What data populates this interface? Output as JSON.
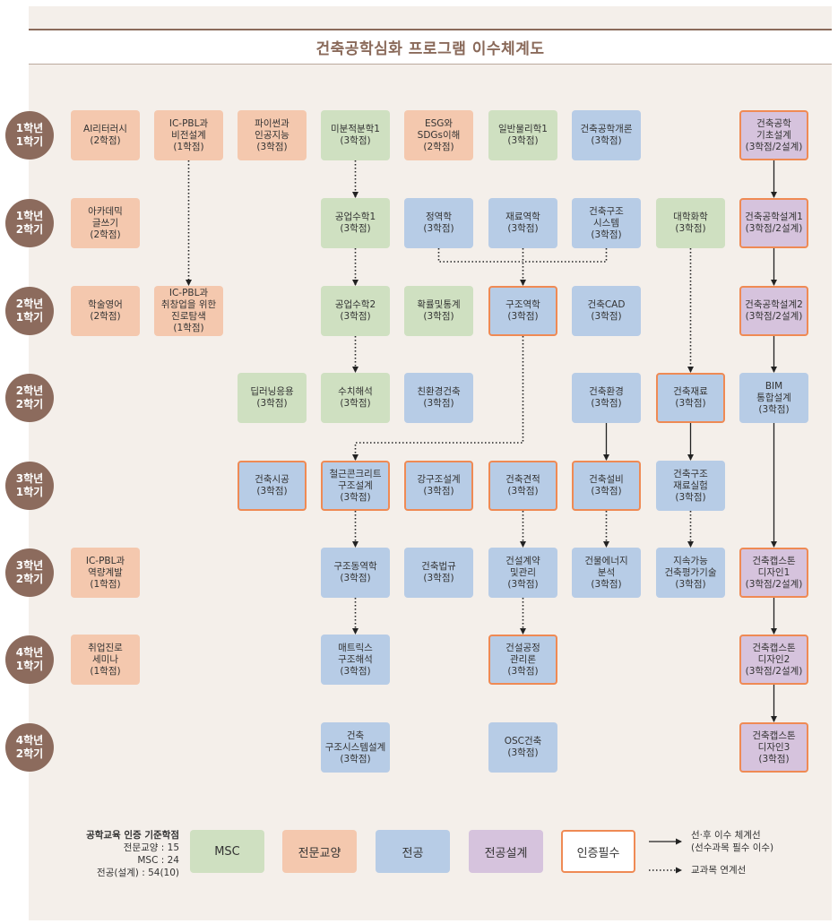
{
  "title": "건축공학심화 프로그램 이수체계도",
  "semesters": [
    [
      "1학년",
      "1학기"
    ],
    [
      "1학년",
      "2학기"
    ],
    [
      "2학년",
      "1학기"
    ],
    [
      "2학년",
      "2학기"
    ],
    [
      "3학년",
      "1학기"
    ],
    [
      "3학년",
      "2학기"
    ],
    [
      "4학년",
      "1학기"
    ],
    [
      "4학년",
      "2학기"
    ]
  ],
  "courses": [
    {
      "id": "literacy",
      "row": 0,
      "col": 0,
      "cat": "gen",
      "lines": [
        "AI리터러시",
        "(2학점)"
      ]
    },
    {
      "id": "icpbl-vision",
      "row": 0,
      "col": 1,
      "cat": "gen",
      "lines": [
        "IC-PBL과",
        "비전설계",
        "(1학점)"
      ]
    },
    {
      "id": "python-ai",
      "row": 0,
      "col": 2,
      "cat": "gen",
      "lines": [
        "파이썬과",
        "인공지능",
        "(3학점)"
      ]
    },
    {
      "id": "calculus1",
      "row": 0,
      "col": 3,
      "cat": "msc",
      "lines": [
        "미분적분학1",
        "(3학점)"
      ]
    },
    {
      "id": "esg",
      "row": 0,
      "col": 4,
      "cat": "gen",
      "lines": [
        "ESG와",
        "SDGs이해",
        "(2학점)"
      ]
    },
    {
      "id": "physics1",
      "row": 0,
      "col": 5,
      "cat": "msc",
      "lines": [
        "일반물리학1",
        "(3학점)"
      ]
    },
    {
      "id": "intro-arch",
      "row": 0,
      "col": 6,
      "cat": "maj",
      "lines": [
        "건축공학개론",
        "(3학점)"
      ]
    },
    {
      "id": "basic-design",
      "row": 0,
      "col": 8,
      "cat": "des",
      "cert": true,
      "lines": [
        "건축공학",
        "기초설계",
        "(3학점/2설계)"
      ]
    },
    {
      "id": "academic-writing",
      "row": 1,
      "col": 0,
      "cat": "gen",
      "lines": [
        "아카데믹",
        "글쓰기",
        "(2학점)"
      ]
    },
    {
      "id": "eng-math1",
      "row": 1,
      "col": 3,
      "cat": "msc",
      "lines": [
        "공업수학1",
        "(3학점)"
      ]
    },
    {
      "id": "statics",
      "row": 1,
      "col": 4,
      "cat": "maj",
      "lines": [
        "정역학",
        "(3학점)"
      ]
    },
    {
      "id": "mech-materials",
      "row": 1,
      "col": 5,
      "cat": "maj",
      "lines": [
        "재료역학",
        "(3학점)"
      ]
    },
    {
      "id": "struct-system",
      "row": 1,
      "col": 6,
      "cat": "maj",
      "lines": [
        "건축구조",
        "시스템",
        "(3학점)"
      ]
    },
    {
      "id": "chemistry",
      "row": 1,
      "col": 7,
      "cat": "msc",
      "lines": [
        "대학화학",
        "(3학점)"
      ]
    },
    {
      "id": "design1",
      "row": 1,
      "col": 8,
      "cat": "des",
      "cert": true,
      "lines": [
        "건축공학설계1",
        "(3학점/2설계)"
      ]
    },
    {
      "id": "academic-english",
      "row": 2,
      "col": 0,
      "cat": "gen",
      "lines": [
        "학술영어",
        "(2학점)"
      ]
    },
    {
      "id": "icpbl-career",
      "row": 2,
      "col": 1,
      "cat": "gen",
      "lines": [
        "IC-PBL과",
        "취창업을 위한",
        "진로탐색",
        "(1학점)"
      ]
    },
    {
      "id": "eng-math2",
      "row": 2,
      "col": 3,
      "cat": "msc",
      "lines": [
        "공업수학2",
        "(3학점)"
      ]
    },
    {
      "id": "probability",
      "row": 2,
      "col": 4,
      "cat": "msc",
      "lines": [
        "확률및통계",
        "(3학점)"
      ]
    },
    {
      "id": "struct-mechanics",
      "row": 2,
      "col": 5,
      "cat": "maj",
      "cert": true,
      "lines": [
        "구조역학",
        "(3학점)"
      ]
    },
    {
      "id": "arch-cad",
      "row": 2,
      "col": 6,
      "cat": "maj",
      "lines": [
        "건축CAD",
        "(3학점)"
      ]
    },
    {
      "id": "design2",
      "row": 2,
      "col": 8,
      "cat": "des",
      "cert": true,
      "lines": [
        "건축공학설계2",
        "(3학점/2설계)"
      ]
    },
    {
      "id": "deep-learning",
      "row": 3,
      "col": 2,
      "cat": "msc",
      "lines": [
        "딥러닝응용",
        "(3학점)"
      ]
    },
    {
      "id": "numerical",
      "row": 3,
      "col": 3,
      "cat": "msc",
      "lines": [
        "수치해석",
        "(3학점)"
      ]
    },
    {
      "id": "eco-arch",
      "row": 3,
      "col": 4,
      "cat": "maj",
      "lines": [
        "친환경건축",
        "(3학점)"
      ]
    },
    {
      "id": "arch-env",
      "row": 3,
      "col": 6,
      "cat": "maj",
      "lines": [
        "건축환경",
        "(3학점)"
      ]
    },
    {
      "id": "arch-material",
      "row": 3,
      "col": 7,
      "cat": "maj",
      "cert": true,
      "lines": [
        "건축재료",
        "(3학점)"
      ]
    },
    {
      "id": "bim",
      "row": 3,
      "col": 8,
      "cat": "maj",
      "lines": [
        "BIM",
        "통합설계",
        "(3학점)"
      ]
    },
    {
      "id": "construction",
      "row": 4,
      "col": 2,
      "cat": "maj",
      "cert": true,
      "lines": [
        "건축시공",
        "(3학점)"
      ]
    },
    {
      "id": "rc-design",
      "row": 4,
      "col": 3,
      "cat": "maj",
      "cert": true,
      "lines": [
        "철근콘크리트",
        "구조설계",
        "(3학점)"
      ]
    },
    {
      "id": "steel-design",
      "row": 4,
      "col": 4,
      "cat": "maj",
      "cert": true,
      "lines": [
        "강구조설계",
        "(3학점)"
      ]
    },
    {
      "id": "estimating",
      "row": 4,
      "col": 5,
      "cat": "maj",
      "cert": true,
      "lines": [
        "건축견적",
        "(3학점)"
      ]
    },
    {
      "id": "equipment",
      "row": 4,
      "col": 6,
      "cat": "maj",
      "cert": true,
      "lines": [
        "건축설비",
        "(3학점)"
      ]
    },
    {
      "id": "struct-lab",
      "row": 4,
      "col": 7,
      "cat": "maj",
      "lines": [
        "건축구조",
        "재료실험",
        "(3학점)"
      ]
    },
    {
      "id": "icpbl-competency",
      "row": 5,
      "col": 0,
      "cat": "gen",
      "lines": [
        "IC-PBL과",
        "역량계발",
        "(1학점)"
      ]
    },
    {
      "id": "struct-dynamics",
      "row": 5,
      "col": 3,
      "cat": "maj",
      "lines": [
        "구조동역학",
        "(3학점)"
      ]
    },
    {
      "id": "building-code",
      "row": 5,
      "col": 4,
      "cat": "maj",
      "lines": [
        "건축법규",
        "(3학점)"
      ]
    },
    {
      "id": "contract-mgmt",
      "row": 5,
      "col": 5,
      "cat": "maj",
      "lines": [
        "건설계약",
        "및관리",
        "(3학점)"
      ]
    },
    {
      "id": "energy",
      "row": 5,
      "col": 6,
      "cat": "maj",
      "lines": [
        "건물에너지",
        "분석",
        "(3학점)"
      ]
    },
    {
      "id": "sustainable",
      "row": 5,
      "col": 7,
      "cat": "maj",
      "lines": [
        "지속가능",
        "건축평가기술",
        "(3학점)"
      ]
    },
    {
      "id": "capstone1",
      "row": 5,
      "col": 8,
      "cat": "des",
      "cert": true,
      "lines": [
        "건축캡스톤",
        "디자인1",
        "(3학점/2설계)"
      ]
    },
    {
      "id": "career-seminar",
      "row": 6,
      "col": 0,
      "cat": "gen",
      "lines": [
        "취업진로",
        "세미나",
        "(1학점)"
      ]
    },
    {
      "id": "matrix",
      "row": 6,
      "col": 3,
      "cat": "maj",
      "lines": [
        "매트릭스",
        "구조해석",
        "(3학점)"
      ]
    },
    {
      "id": "process-mgmt",
      "row": 6,
      "col": 5,
      "cat": "maj",
      "cert": true,
      "lines": [
        "건설공정",
        "관리론",
        "(3학점)"
      ]
    },
    {
      "id": "capstone2",
      "row": 6,
      "col": 8,
      "cat": "des",
      "cert": true,
      "lines": [
        "건축캡스톤",
        "디자인2",
        "(3학점/2설계)"
      ]
    },
    {
      "id": "struct-system-design",
      "row": 7,
      "col": 3,
      "cat": "maj",
      "lines": [
        "건축",
        "구조시스템설계",
        "(3학점)"
      ]
    },
    {
      "id": "osc",
      "row": 7,
      "col": 5,
      "cat": "maj",
      "lines": [
        "OSC건축",
        "(3학점)"
      ]
    },
    {
      "id": "capstone3",
      "row": 7,
      "col": 8,
      "cat": "des",
      "cert": true,
      "lines": [
        "건축캡스톤",
        "디자인3",
        "(3학점)"
      ]
    }
  ],
  "links": [
    {
      "from": "basic-design",
      "to": "design1",
      "type": "prereq"
    },
    {
      "from": "design1",
      "to": "design2",
      "type": "prereq"
    },
    {
      "from": "design2",
      "to": "bim",
      "type": "prereq"
    },
    {
      "from": "bim",
      "to": "capstone1",
      "type": "prereq"
    },
    {
      "from": "capstone1",
      "to": "capstone2",
      "type": "prereq"
    },
    {
      "from": "capstone2",
      "to": "capstone3",
      "type": "prereq"
    },
    {
      "from": "arch-env",
      "to": "equipment",
      "type": "prereq"
    },
    {
      "from": "arch-material",
      "to": "struct-lab",
      "type": "prereq"
    },
    {
      "from": "icpbl-vision",
      "to": "icpbl-career",
      "type": "related"
    },
    {
      "from": "calculus1",
      "to": "eng-math1",
      "type": "related"
    },
    {
      "from": "eng-math1",
      "to": "eng-math2",
      "type": "related"
    },
    {
      "from": "eng-math2",
      "to": "numerical",
      "type": "related"
    },
    {
      "from": "statics",
      "to": "struct-mechanics",
      "type": "related-merge"
    },
    {
      "from": "mech-materials",
      "to": "struct-mechanics",
      "type": "related"
    },
    {
      "from": "struct-system",
      "to": "struct-mechanics",
      "type": "related-merge"
    },
    {
      "from": "struct-mechanics",
      "to": "rc-design",
      "type": "related-elbow"
    },
    {
      "from": "chemistry",
      "to": "arch-material",
      "type": "related"
    },
    {
      "from": "rc-design",
      "to": "struct-dynamics",
      "type": "related"
    },
    {
      "from": "struct-dynamics",
      "to": "matrix",
      "type": "related"
    },
    {
      "from": "estimating",
      "to": "contract-mgmt",
      "type": "related"
    },
    {
      "from": "contract-mgmt",
      "to": "process-mgmt",
      "type": "related"
    },
    {
      "from": "equipment",
      "to": "energy",
      "type": "related"
    },
    {
      "from": "struct-lab",
      "to": "sustainable",
      "type": "related"
    }
  ],
  "legend": {
    "heading": "공학교육 인증 기준학점",
    "lines": [
      "전문교양 : 15",
      "MSC : 24",
      "전공(설계) : 54(10)"
    ],
    "categories": [
      "MSC",
      "전문교양",
      "전공",
      "전공설계",
      "인증필수"
    ],
    "prereq_label": [
      "선·후 이수 체계선",
      "(선수과목 필수 이수)"
    ],
    "related_label": "교과목 연계선"
  },
  "colors": {
    "msc": "#cfe0c1",
    "gen": "#f4c8ae",
    "maj": "#b7cce6",
    "des": "#d6c3dd",
    "cert_border": "#ef8a54",
    "semester": "#8c6b5d"
  }
}
